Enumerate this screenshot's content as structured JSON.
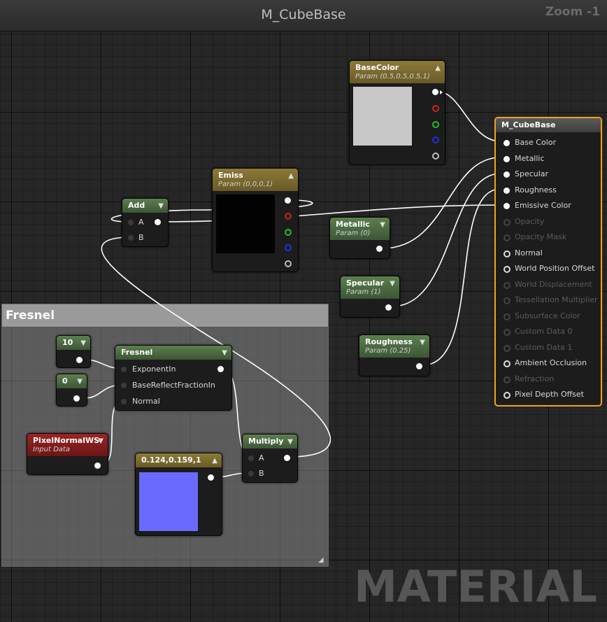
{
  "window": {
    "title": "M_CubeBase",
    "zoom_label": "Zoom -1"
  },
  "watermark": "MATERIAL",
  "comment": {
    "title": "Fresnel"
  },
  "nodes": {
    "basecolor": {
      "title": "BaseColor",
      "subtitle": "Param (0.5,0.5,0.5,1)",
      "swatch_color": "#c8c8c8"
    },
    "emiss": {
      "title": "Emiss",
      "subtitle": "Param (0,0,0,1)",
      "swatch_color": "#020202"
    },
    "add": {
      "title": "Add",
      "pin_a": "A",
      "pin_b": "B"
    },
    "metallic": {
      "title": "Metallic",
      "subtitle": "Param (0)"
    },
    "specular": {
      "title": "Specular",
      "subtitle": "Param (1)"
    },
    "roughness": {
      "title": "Roughness",
      "subtitle": "Param (0.25)"
    },
    "const10": {
      "title": "10"
    },
    "const0": {
      "title": "0"
    },
    "fresnel": {
      "title": "Fresnel",
      "pins": [
        "ExponentIn",
        "BaseReflectFractionIn",
        "Normal"
      ]
    },
    "pixelnormal": {
      "title": "PixelNormalWS",
      "subtitle": "Input Data"
    },
    "color3": {
      "title": "0.124,0.159,1",
      "swatch_color": "#6a6aff"
    },
    "multiply": {
      "title": "Multiply",
      "pin_a": "A",
      "pin_b": "B"
    }
  },
  "result": {
    "title": "M_CubeBase",
    "inputs": [
      {
        "label": "Base Color",
        "enabled": true
      },
      {
        "label": "Metallic",
        "enabled": true
      },
      {
        "label": "Specular",
        "enabled": true
      },
      {
        "label": "Roughness",
        "enabled": true
      },
      {
        "label": "Emissive Color",
        "enabled": true
      },
      {
        "label": "Opacity",
        "enabled": false
      },
      {
        "label": "Opacity Mask",
        "enabled": false
      },
      {
        "label": "Normal",
        "enabled": true
      },
      {
        "label": "World Position Offset",
        "enabled": true
      },
      {
        "label": "World Displacement",
        "enabled": false
      },
      {
        "label": "Tessellation Multiplier",
        "enabled": false
      },
      {
        "label": "Subsurface Color",
        "enabled": false
      },
      {
        "label": "Custom Data 0",
        "enabled": false
      },
      {
        "label": "Custom Data 1",
        "enabled": false
      },
      {
        "label": "Ambient Occlusion",
        "enabled": true
      },
      {
        "label": "Refraction",
        "enabled": false
      },
      {
        "label": "Pixel Depth Offset",
        "enabled": true
      }
    ]
  },
  "colors": {
    "result_border": "#f0a020",
    "wire": "#ffffff"
  }
}
